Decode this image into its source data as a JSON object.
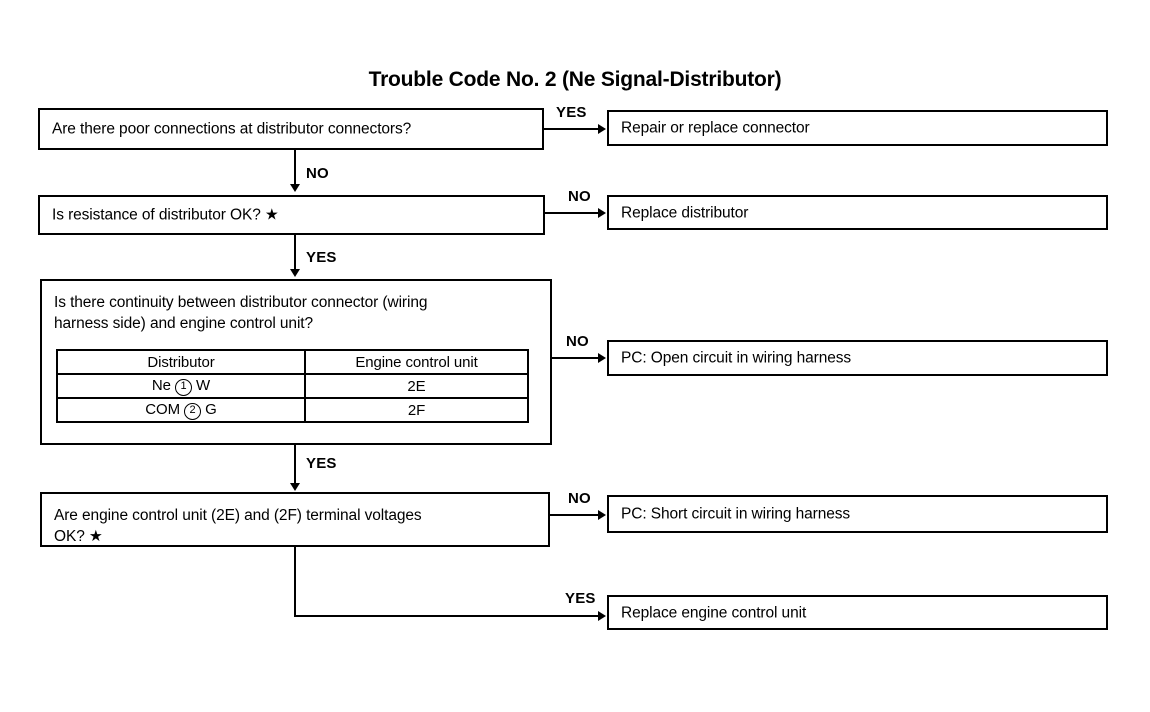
{
  "title": "Trouble Code No. 2 (Ne Signal-Distributor)",
  "questions": [
    {
      "id": "q1",
      "text": "Are there poor connections at distributor connectors?"
    },
    {
      "id": "q2",
      "text": "Is resistance of distributor OK? ★"
    },
    {
      "id": "q3",
      "line1": "Is there continuity between distributor connector (wiring",
      "line2": "harness side) and engine control unit?"
    },
    {
      "id": "q4",
      "line1": "Are engine control unit (2E) and (2F) terminal voltages",
      "line2": "OK? ★"
    }
  ],
  "results": [
    {
      "id": "r1",
      "text": "Repair or replace connector"
    },
    {
      "id": "r2",
      "text": "Replace distributor"
    },
    {
      "id": "r3",
      "text": "PC: Open circuit in wiring harness"
    },
    {
      "id": "r4",
      "text": "PC: Short circuit in wiring harness"
    },
    {
      "id": "r5",
      "text": "Replace engine control unit"
    }
  ],
  "branch_labels": {
    "q1_yes": "YES",
    "q1_no": "NO",
    "q2_no": "NO",
    "q2_yes": "YES",
    "q3_no": "NO",
    "q3_yes": "YES",
    "q4_no": "NO",
    "q4_yes": "YES"
  },
  "continuity_table": {
    "headers": [
      "Distributor",
      "Engine control unit"
    ],
    "rows": [
      {
        "distributor_pre": "Ne",
        "distributor_circled": "1",
        "distributor_post": "W",
        "ecu": "2E"
      },
      {
        "distributor_pre": "COM",
        "distributor_circled": "2",
        "distributor_post": "G",
        "ecu": "2F"
      }
    ]
  },
  "colors": {
    "line": "#000000",
    "background": "#ffffff"
  }
}
